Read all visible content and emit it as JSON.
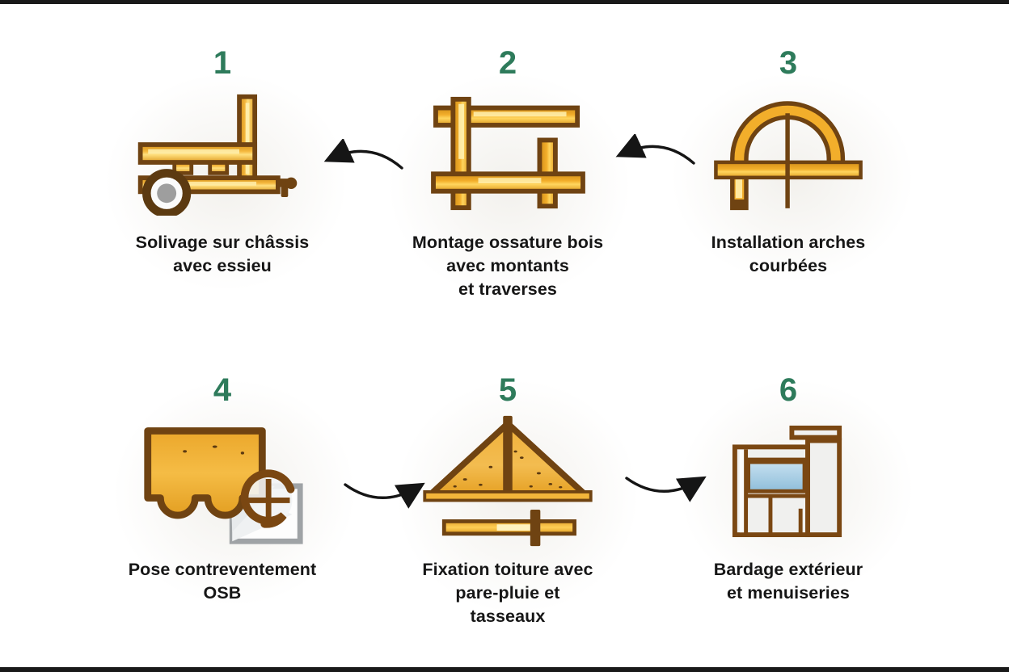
{
  "diagram": {
    "type": "process-steps",
    "language": "fr",
    "subject": "tiny-house timber construction steps",
    "layout": "2 rows x 3 columns, numbered 1-6 left-to-right"
  },
  "palette": {
    "background": "#ffffff",
    "edge_bar_color": "#191919",
    "number_green": "#2E7B5B",
    "text_color": "#161616",
    "arrow_color": "#151515",
    "wood_outline_brown": "#6F4312",
    "wood_fill_gold": "#E8A52C",
    "wood_highlight": "#FFE9A0",
    "wheel_hub_gray": "#9E9E9E",
    "sheet_gray_border": "#9FA3A6",
    "panel_gray": "#F0F0EE",
    "window_blue": "#A9CFE6"
  },
  "steps": [
    {
      "number": "1",
      "icon": "trailer-chassis-icon",
      "caption": "Solivage sur châssis\navec essieu"
    },
    {
      "number": "2",
      "icon": "timber-frame-icon",
      "caption": "Montage ossature bois\navec montants\net traverses"
    },
    {
      "number": "3",
      "icon": "curved-arch-icon",
      "caption": "Installation arches\ncourbées"
    },
    {
      "number": "4",
      "icon": "osb-panel-icon",
      "caption": "Pose contreventement\nOSB"
    },
    {
      "number": "5",
      "icon": "roof-truss-icon",
      "caption": "Fixation toiture avec\npare-pluie et\ntasseaux"
    },
    {
      "number": "6",
      "icon": "cladding-facade-icon",
      "caption": "Bardage extérieur\net menuiseries"
    }
  ],
  "arrows": [
    {
      "between": [
        "1",
        "2"
      ],
      "row": 1,
      "curve": "arc-up",
      "head_points": "left"
    },
    {
      "between": [
        "2",
        "3"
      ],
      "row": 1,
      "curve": "arc-up",
      "head_points": "left"
    },
    {
      "between": [
        "4",
        "5"
      ],
      "row": 2,
      "curve": "arc-down",
      "head_points": "right"
    },
    {
      "between": [
        "5",
        "6"
      ],
      "row": 2,
      "curve": "arc-down",
      "head_points": "right"
    }
  ]
}
